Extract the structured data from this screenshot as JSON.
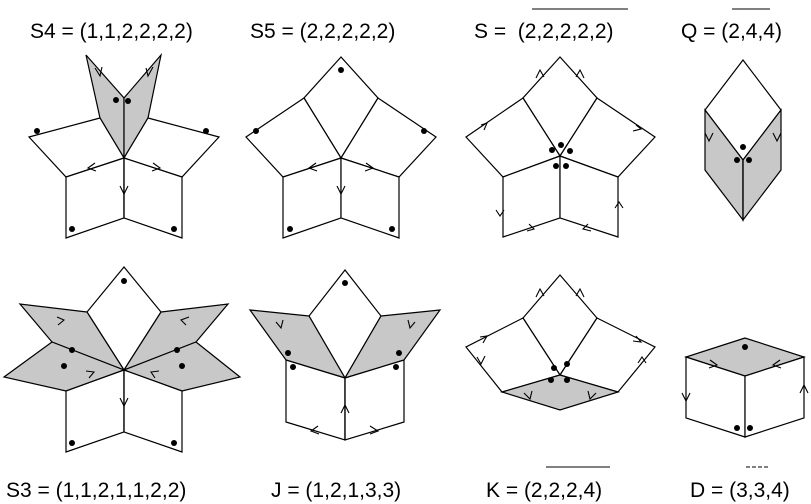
{
  "diagrams": [
    {
      "id": "s4",
      "label": "S4 = (1,1,2,2,2,2)",
      "overline": "none"
    },
    {
      "id": "s5",
      "label": "S5 = (2,2,2,2,2)",
      "overline": "none"
    },
    {
      "id": "s",
      "label": "S =  (2,2,2,2,2)",
      "overline": "solid"
    },
    {
      "id": "q",
      "label": "Q = (2,4,4)",
      "overline": "solid"
    },
    {
      "id": "s3",
      "label": "S3 = (1,1,2,1,1,2,2)",
      "overline": "none"
    },
    {
      "id": "j",
      "label": "J = (1,2,1,3,3)",
      "overline": "none"
    },
    {
      "id": "k",
      "label": "K = (2,2,2,4)",
      "overline": "solid"
    },
    {
      "id": "d",
      "label": "D = (3,3,4)",
      "overline": "dashed"
    }
  ],
  "colors": {
    "stroke": "#000000",
    "shade": "#c8c8c8",
    "background": "#ffffff"
  }
}
